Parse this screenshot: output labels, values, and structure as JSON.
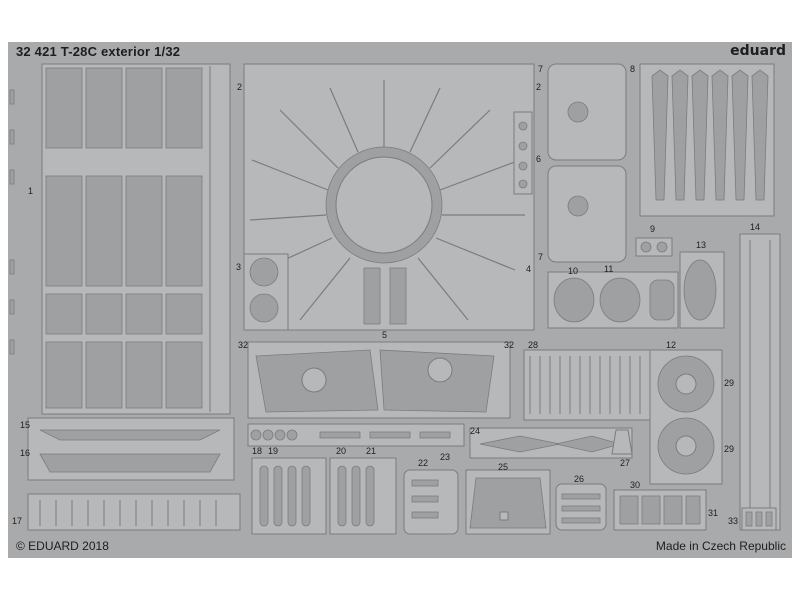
{
  "sheet": {
    "title": "32 421   T-28C exterior   1/32",
    "brand": "eduard",
    "copyright": "© EDUARD 2018",
    "made_in": "Made in Czech Republic"
  },
  "part_numbers": {
    "n1": "1",
    "n2a": "2",
    "n2b": "2",
    "n3": "3",
    "n4": "4",
    "n5": "5",
    "n6": "6",
    "n7a": "7",
    "n7b": "7",
    "n8": "8",
    "n9": "9",
    "n10": "10",
    "n11": "11",
    "n12": "12",
    "n13": "13",
    "n14": "14",
    "n15": "15",
    "n16": "16",
    "n17": "17",
    "n18": "18",
    "n19": "19",
    "n20": "20",
    "n21": "21",
    "n22": "22",
    "n23": "23",
    "n24": "24",
    "n25": "25",
    "n26": "26",
    "n27": "27",
    "n28": "28",
    "n29a": "29",
    "n29b": "29",
    "n30": "30",
    "n31": "31",
    "n32a": "32",
    "n32b": "32",
    "n33": "33"
  },
  "colors": {
    "fret": "#a8aaac",
    "part": "#b4b6b8",
    "outline": "#7c7e80",
    "text": "#1e1e1e"
  }
}
